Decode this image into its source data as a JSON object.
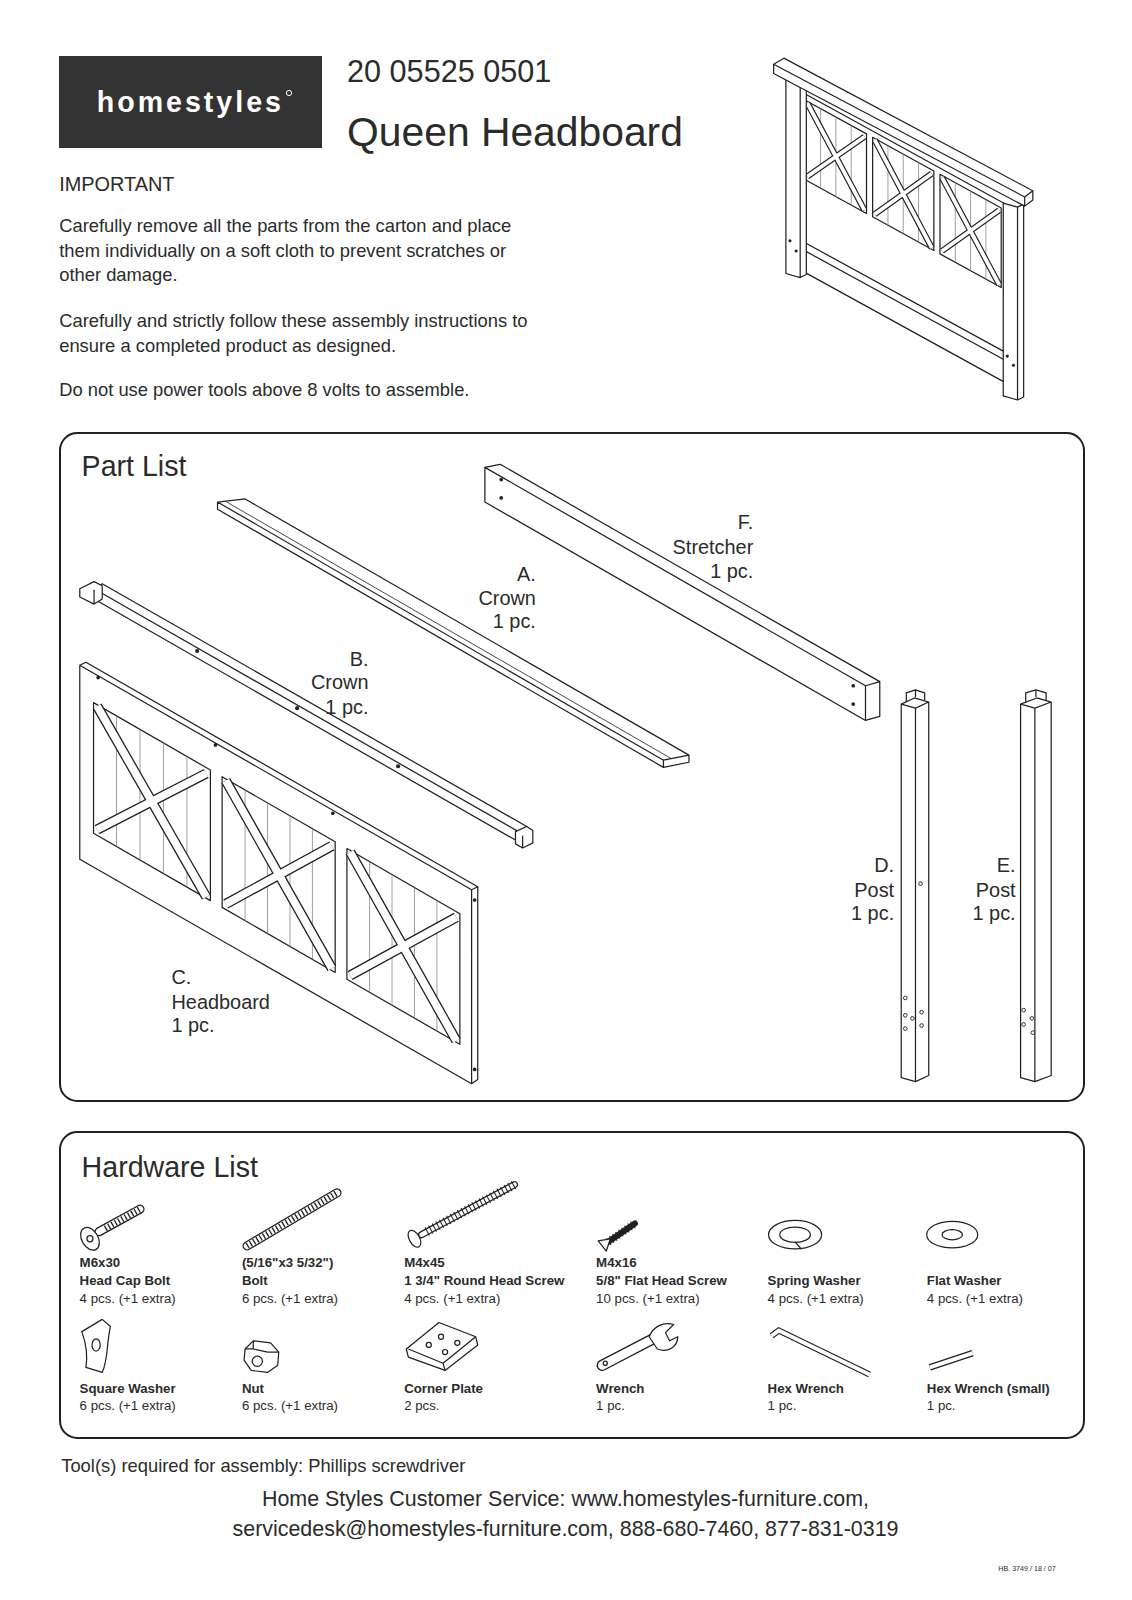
{
  "diagram": {
    "title": "Queen Headboard",
    "nodes": [
      {
        "text": [
          "homestyles"
        ]
      },
      {
        "text": [
          "Part List"
        ]
      },
      {
        "text": [
          "Hardware List"
        ]
      }
    ],
    "labels": [
      "20 05525 0501",
      "IMPORTANT",
      "Carefully remove all the parts from the carton and place them individually on a soft cloth to prevent scratches or other damage.",
      "Carefully and strictly follow these assembly instructions to ensure a completed product as designed.",
      "Do not use power tools above 8 volts to assemble.",
      "F.",
      "Stretcher",
      "1 pc.",
      "A.",
      "Crown",
      "1 pc.",
      "B.",
      "Crown",
      "1 pc.",
      "D.",
      "Post",
      "1 pc.",
      "E.",
      "Post",
      "1 pc.",
      "C.",
      "Headboard",
      "1 pc.",
      "M6x30",
      "Head Cap Bolt",
      "4 pcs. (+1 extra)",
      "(5/16\"x3 5/32\")",
      "Bolt",
      "6 pcs. (+1 extra)",
      "M4x45",
      "1 3/4\" Round Head Screw",
      "4 pcs. (+1 extra)",
      "M4x16",
      "5/8\" Flat Head Screw",
      "10 pcs. (+1 extra)",
      "Spring Washer",
      "4 pcs. (+1 extra)",
      "Flat Washer",
      "4 pcs. (+1 extra)",
      "Square Washer",
      "6 pcs. (+1 extra)",
      "Nut",
      "6 pcs. (+1 extra)",
      "Corner Plate",
      "2 pcs.",
      "Wrench",
      "1 pc.",
      "Hex Wrench",
      "1 pc.",
      "Hex Wrench (small)",
      "1 pc.",
      "Tool(s) required for assembly: Phillips screwdriver",
      "Home Styles Customer Service: www.homestyles-furniture.com,",
      "servicedesk@homestyles-furniture.com, 888-680-7460, 877-831-0319",
      "HB. 3749 / 18 / 07"
    ]
  }
}
